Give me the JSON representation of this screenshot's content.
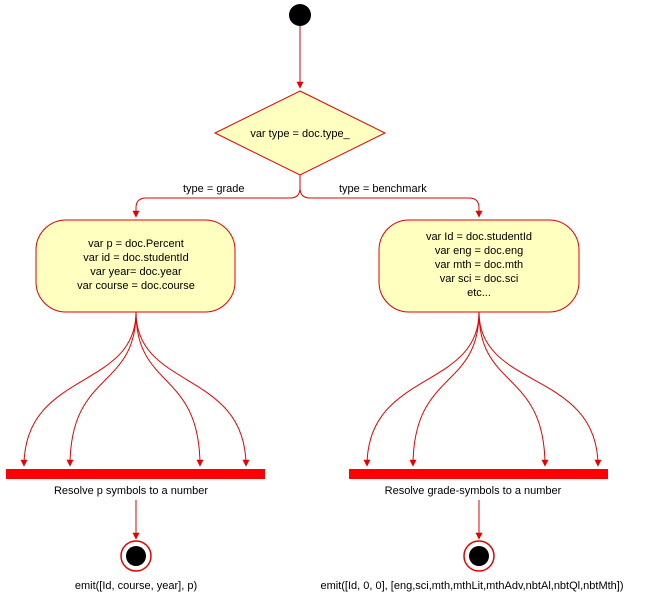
{
  "colors": {
    "line": "#e60000",
    "node_fill": "#ffffc0",
    "bar": "#ff0000",
    "dot": "#000000",
    "text": "#000000"
  },
  "decision": {
    "text": "var type = doc.type_"
  },
  "branches": {
    "left_label": "type = grade",
    "right_label": "type = benchmark"
  },
  "left_action": {
    "lines": [
      "var p = doc.Percent",
      "var id = doc.studentId",
      "var year= doc.year",
      "var course = doc.course"
    ]
  },
  "right_action": {
    "lines": [
      "var Id = doc.studentId",
      "var eng = doc.eng",
      "var mth = doc.mth",
      "var sci = doc.sci",
      "etc..."
    ]
  },
  "left_bar": {
    "label": "Resolve p symbols to a number"
  },
  "right_bar": {
    "label": "Resolve grade-symbols to a number"
  },
  "left_end": {
    "label": "emit([Id, course, year], p)"
  },
  "right_end": {
    "label": "emit([Id, 0, 0], [eng,sci,mth,mthLit,mthAdv,nbtAl,nbtQl,nbtMth])"
  }
}
